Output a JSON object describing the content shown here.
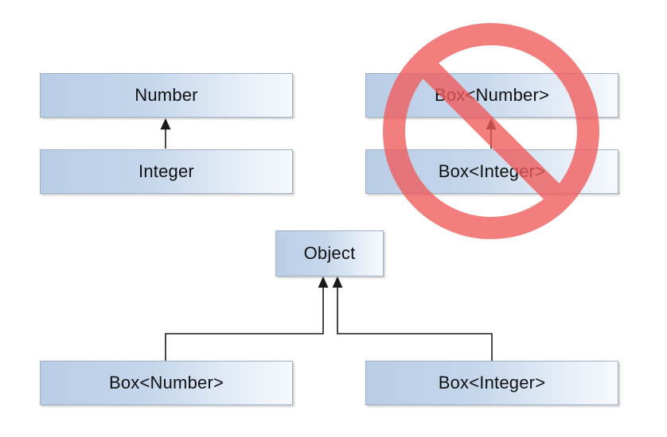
{
  "diagram": {
    "top_left": {
      "parent": "Number",
      "child": "Integer"
    },
    "top_right": {
      "parent": "Box<Number>",
      "child": "Box<Integer>"
    },
    "bottom": {
      "root": "Object",
      "left": "Box<Number>",
      "right": "Box<Integer>"
    }
  },
  "colors": {
    "box_fill_start": "#b9cde6",
    "box_fill_end": "#f6f9fc",
    "box_border": "#9fb0c4",
    "arrow": "#1a1a1a",
    "prohibition_sign": "#f05a5a"
  },
  "icons": {
    "prohibition": "no-entry-sign-icon"
  }
}
